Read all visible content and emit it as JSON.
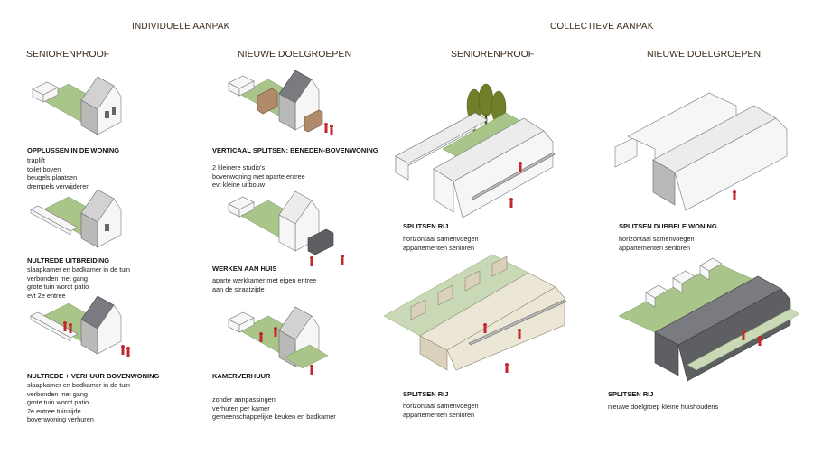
{
  "headers": {
    "individual": "INDIVIDUELE AANPAK",
    "collective": "COLLECTIEVE AANPAK"
  },
  "columns": {
    "ind_senior": "SENIORENPROOF",
    "ind_new": "NIEUWE DOELGROEPEN",
    "col_senior": "SENIORENPROOF",
    "col_new": "NIEUWE DOELGROEPEN"
  },
  "captions": {
    "oplussen": {
      "title": "OPPLUSSEN IN DE WONING",
      "lines": [
        "traplift",
        "toilet boven",
        "beugels plaatsen",
        "drempels verwijderen"
      ]
    },
    "nultrede": {
      "title": "NULTREDE UITBREIDING",
      "lines": [
        "slaapkamer en badkamer  in de tuin",
        "verbonden met gang",
        "grote tuin wordt patio",
        "evt 2e entree"
      ]
    },
    "nultrede_verhuur": {
      "title": "NULTREDE + VERHUUR BOVENWONING",
      "lines": [
        "slaapkamer en badkamer  in de tuin",
        "verbonden met gang",
        "grote tuin wordt patio",
        "2e entree tuinzijde",
        "bovenwoning verhuren"
      ]
    },
    "verticaal": {
      "title": "VERTICAAL SPLITSEN: BENEDEN-BOVENWONING",
      "lines": [
        "2 kleinere studio's",
        "bovenwoning met aparte entree",
        "evt kleine uitbouw"
      ]
    },
    "werken": {
      "title": "WERKEN AAN HUIS",
      "lines": [
        "aparte werkkamer met eigen entree",
        "aan de straatzijde"
      ]
    },
    "kamer": {
      "title": "KAMERVERHUUR",
      "lines": [
        "zonder aanpassingen",
        "verhuren per kamer",
        "gemeenschappelijke  keuken en badkamer"
      ]
    },
    "splitsen_rij_1": {
      "title": "SPLITSEN RIJ",
      "lines": [
        "horizontaal samenvoegen",
        "appartementen senioren"
      ]
    },
    "splitsen_dubbel": {
      "title": "SPLITSEN DUBBELE WONING",
      "lines": [
        "horizontaal samenvoegen",
        "appartementen senioren"
      ]
    },
    "splitsen_rij_2": {
      "title": "SPLITSEN RIJ",
      "lines": [
        "horizontaal samenvoegen",
        "appartementen senioren"
      ]
    },
    "splitsen_rij_3": {
      "title": "SPLITSEN RIJ",
      "lines": [
        "nieuwe doelgroep kleine huishoudens"
      ]
    }
  },
  "colors": {
    "green": "#a9c58a",
    "person": "#c1272d",
    "dark": "#5e5f63",
    "beige": "#ece6d6"
  }
}
